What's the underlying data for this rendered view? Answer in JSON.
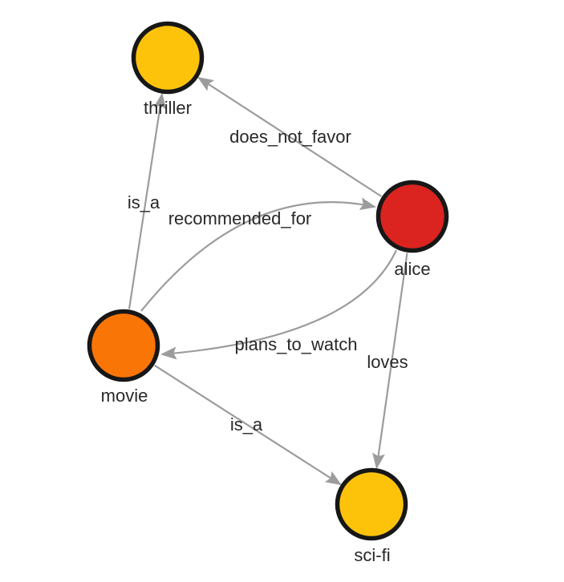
{
  "style": {
    "background": "#FFFFFF",
    "edge_color": "#9C9C9C",
    "node_border_color": "#171717",
    "label_color": "#282828"
  },
  "graph": {
    "nodes": [
      {
        "id": "thriller",
        "label": "thriller",
        "color": "#FDC30B"
      },
      {
        "id": "alice",
        "label": "alice",
        "color": "#DB2420"
      },
      {
        "id": "movie",
        "label": "movie",
        "color": "#F97506"
      },
      {
        "id": "sci-fi",
        "label": "sci-fi",
        "color": "#FDC30B"
      }
    ],
    "edges": [
      {
        "from": "alice",
        "to": "thriller",
        "label": "does_not_favor"
      },
      {
        "from": "movie",
        "to": "thriller",
        "label": "is_a"
      },
      {
        "from": "movie",
        "to": "alice",
        "label": "recommended_for"
      },
      {
        "from": "alice",
        "to": "movie",
        "label": "plans_to_watch"
      },
      {
        "from": "alice",
        "to": "sci-fi",
        "label": "loves"
      },
      {
        "from": "movie",
        "to": "sci-fi",
        "label": "is_a"
      }
    ]
  }
}
